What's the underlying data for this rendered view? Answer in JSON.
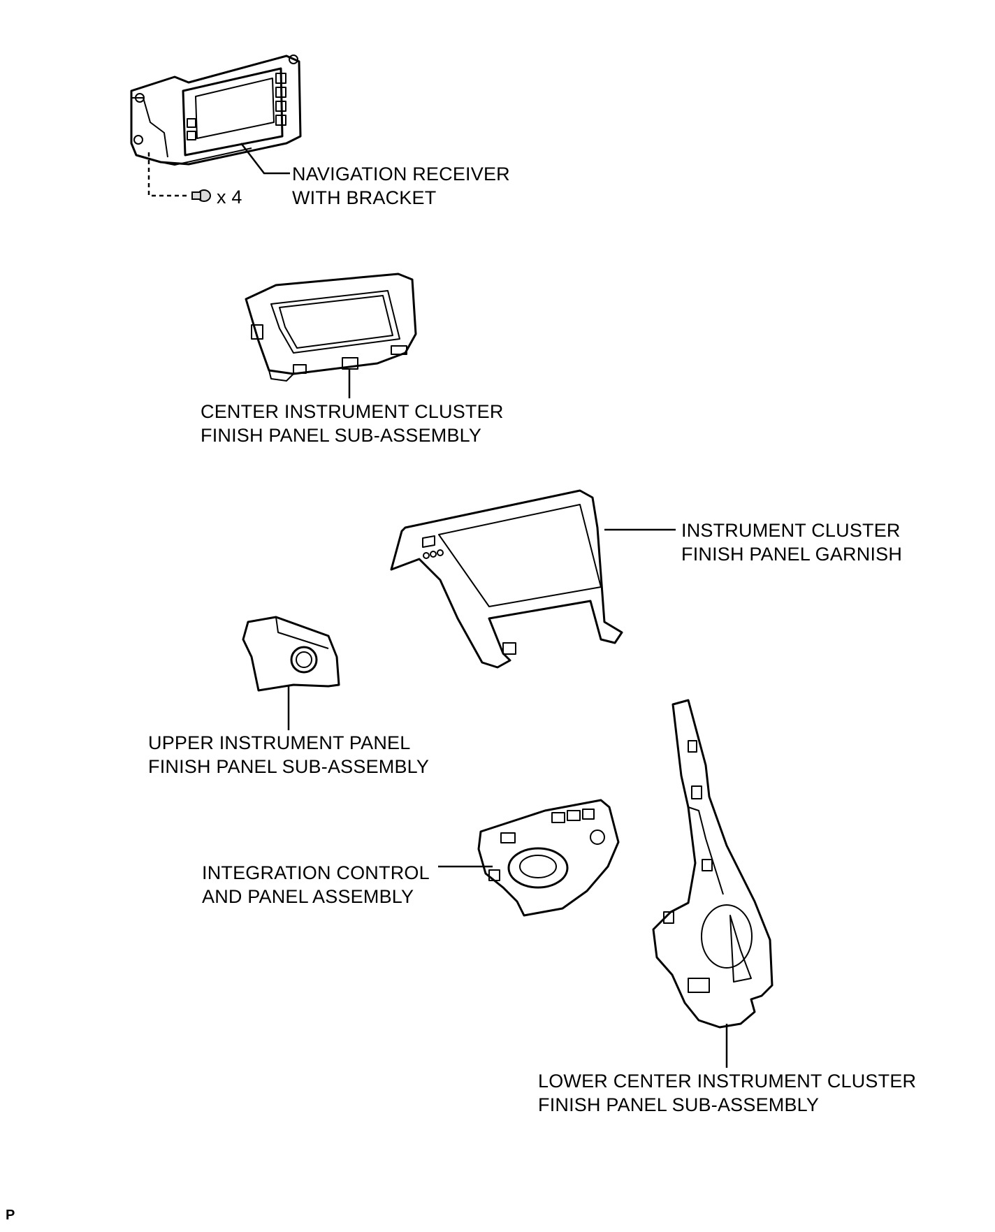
{
  "labels": {
    "navigation_receiver": [
      "NAVIGATION RECEIVER",
      "WITH BRACKET"
    ],
    "screw_qty": "x 4",
    "center_cluster_panel": [
      "CENTER INSTRUMENT CLUSTER",
      "FINISH PANEL SUB-ASSEMBLY"
    ],
    "cluster_garnish": [
      "INSTRUMENT CLUSTER",
      "FINISH PANEL GARNISH"
    ],
    "upper_panel": [
      "UPPER INSTRUMENT PANEL",
      "FINISH PANEL SUB-ASSEMBLY"
    ],
    "integration_control": [
      "INTEGRATION CONTROL",
      "AND PANEL ASSEMBLY"
    ],
    "lower_cluster_panel": [
      "LOWER CENTER INSTRUMENT CLUSTER",
      "FINISH PANEL SUB-ASSEMBLY"
    ]
  },
  "footer_mark": "P"
}
